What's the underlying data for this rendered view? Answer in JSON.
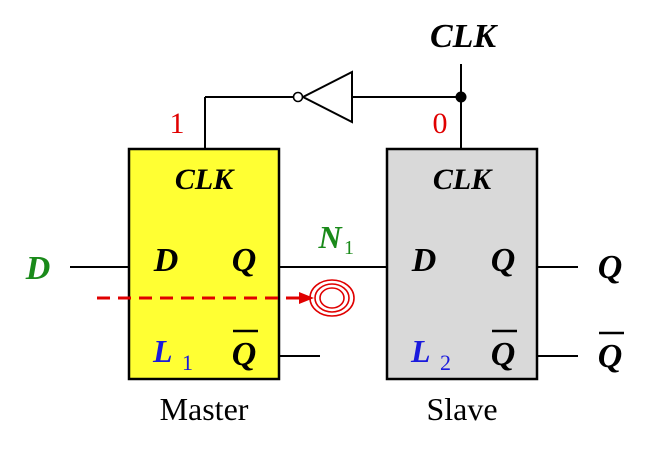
{
  "clock": {
    "label": "CLK",
    "master_level": "1",
    "slave_level": "0"
  },
  "master": {
    "clk_label": "CLK",
    "d_label": "D",
    "q_label": "Q",
    "qbar_label": "Q",
    "latch_letter": "L",
    "latch_index": "1",
    "caption": "Master"
  },
  "slave": {
    "clk_label": "CLK",
    "d_label": "D",
    "q_label": "Q",
    "qbar_label": "Q",
    "latch_letter": "L",
    "latch_index": "2",
    "caption": "Slave"
  },
  "signals": {
    "input_d": "D",
    "node_letter": "N",
    "node_index": "1",
    "output_q": "Q",
    "output_qbar": "Q"
  },
  "colors": {
    "master_fill": "#ffff33",
    "slave_fill": "#d9d9d9",
    "level_text": "#e00000",
    "signal_green": "#1a8a1a",
    "latch_blue": "#1a1add",
    "path_red": "#e00000"
  }
}
